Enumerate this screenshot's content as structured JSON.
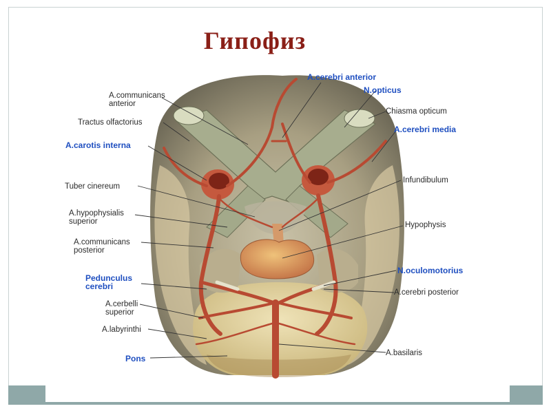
{
  "title": "Гипофиз",
  "colors": {
    "title": "#8a1f17",
    "label_blue": "#1f4fc0",
    "label_dark": "#2b2b2b",
    "footer": "#8fa8a8"
  },
  "labels": {
    "a_cerebri_anterior": "A.cerebri anterior",
    "a_communicans_anterior_1": "A.communicans",
    "a_communicans_anterior_2": "anterior",
    "n_opticus": "N.opticus",
    "chiasma_opticum": "Chiasma opticum",
    "tractus_olfactorius": "Tractus olfactorius",
    "a_cerebri_media": "A.cerebri media",
    "a_carotis_interna": "A.carotis interna",
    "tuber_cinereum": "Tuber cinereum",
    "infundibulum": "Infundibulum",
    "a_hypophysialis_1": "A.hypophysialis",
    "a_hypophysialis_2": "superior",
    "hypophysis": "Hypophysis",
    "a_communicans_posterior_1": "A.communicans",
    "a_communicans_posterior_2": "posterior",
    "n_oculomotorius": "N.oculomotorius",
    "pedunculus_1": "Pedunculus",
    "pedunculus_2": "cerebri",
    "a_cerebri_posterior": "A.cerebri posterior",
    "a_cerbelli_1": "A.cerbelli",
    "a_cerbelli_2": "superior",
    "a_labyrinthi": "A.labyrinthi",
    "pons": "Pons",
    "a_basilaris": "A.basilaris"
  }
}
